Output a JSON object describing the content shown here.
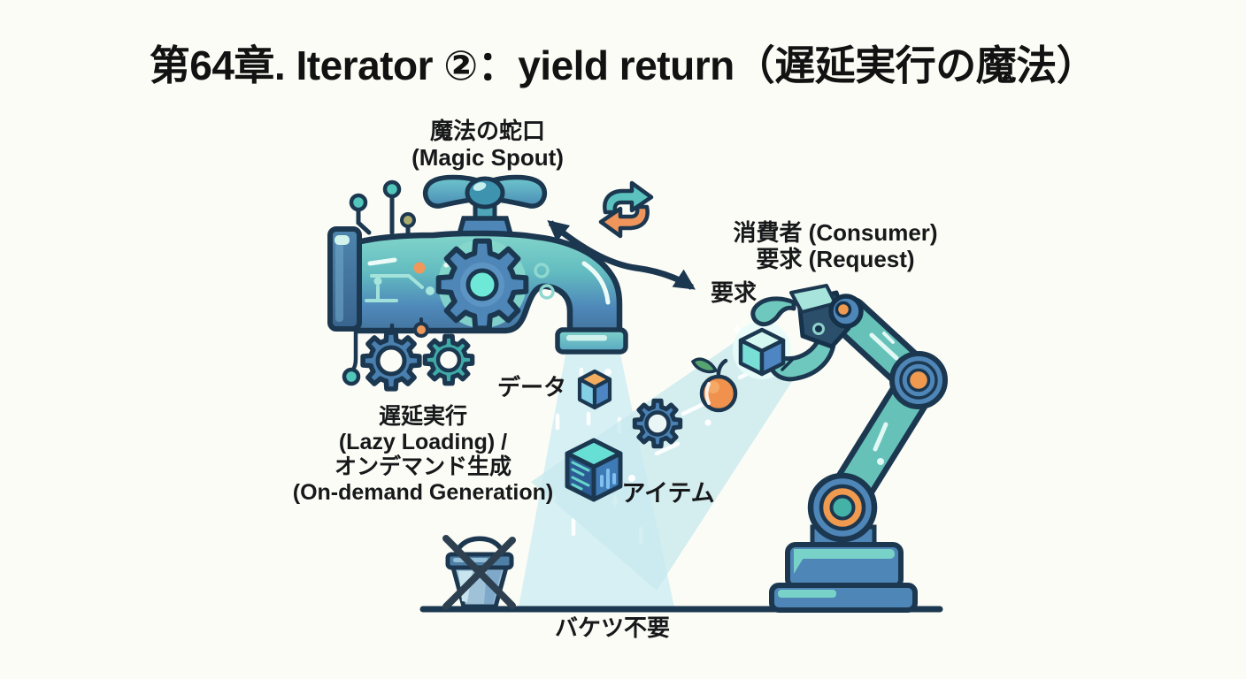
{
  "title": "第64章. Iterator ②：yield return（遅延実行の魔法）",
  "labels": {
    "spout": "魔法の蛇口\n(Magic Spout)",
    "consumer": "消費者 (Consumer)\n要求 (Request)",
    "request": "要求",
    "data": "データ",
    "lazy": "遅延実行\n(Lazy Loading) /\nオンデマンド生成\n(On-demand Generation)",
    "item": "アイテム",
    "no_bucket": "バケツ不要"
  },
  "colors": {
    "background": "#FCFCF6",
    "outline": "#1C3850",
    "teal": "#68C4BA",
    "blue": "#4F86B8",
    "orange": "#F0975A",
    "beam": "#D5EFF3",
    "text": "#17181A"
  },
  "icons": {
    "faucet-icon": "magic spout faucet with circuit pattern and gear",
    "valve-handle-icon": "faucet valve handle",
    "gear-icon": "gear wheel",
    "cycle-arrows-icon": "yield/request loop arrows (teal + orange)",
    "exchange-arrow-icon": "double-headed curved arrow between spout and consumer",
    "data-cube-icon": "small isometric data cube",
    "item-cube-icon": "large isometric item cube with code/chart faces",
    "apple-icon": "apple item",
    "robot-arm-icon": "consumer robot arm grabbing a cube",
    "bucket-icon": "crossed-out bucket (no buffer needed)",
    "light-beam-icon": "lazy data stream light beam",
    "ground-line": "ground line"
  }
}
